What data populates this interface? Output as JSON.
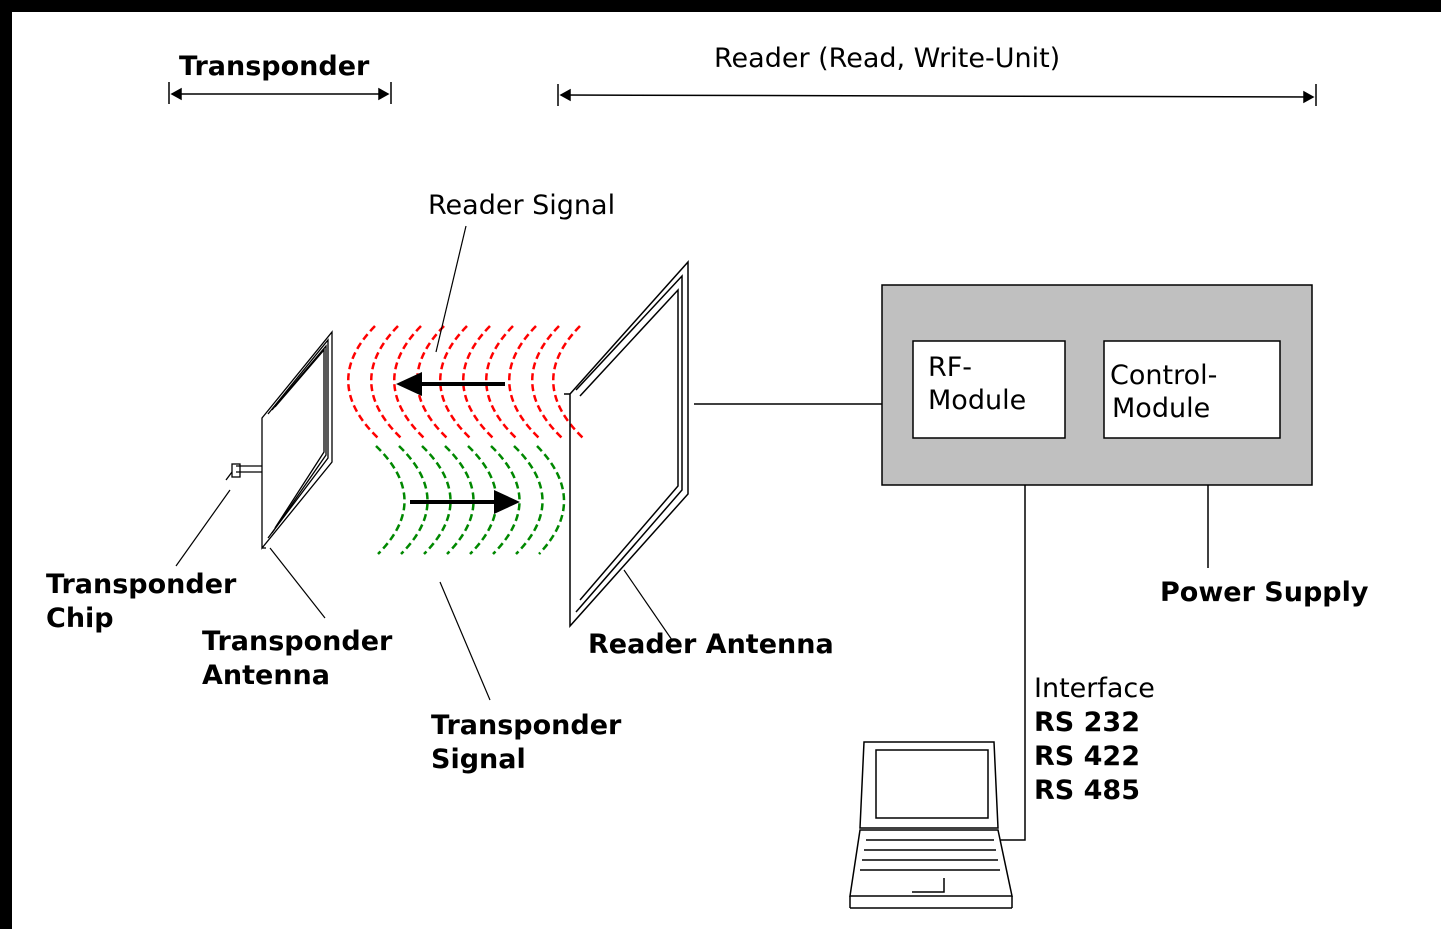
{
  "labels": {
    "transponder": "Transponder",
    "reader": "Reader (Read, Write-Unit)",
    "reader_signal": "Reader Signal",
    "transponder_chip_1": "Transponder",
    "transponder_chip_2": "Chip",
    "transponder_antenna_1": "Transponder",
    "transponder_antenna_2": "Antenna",
    "transponder_signal_1": "Transponder",
    "transponder_signal_2": "Signal",
    "reader_antenna": "Reader Antenna",
    "rf_module_1": "RF-",
    "rf_module_2": "Module",
    "control_module_1": "Control-",
    "control_module_2": "Module",
    "power_supply": "Power Supply",
    "interface": "Interface",
    "rs232": "RS 232",
    "rs422": "RS 422",
    "rs485": "RS 485"
  },
  "colors": {
    "reader_signal": "#ff0000",
    "transponder_signal": "#008800",
    "module_box": "#c0c0c0",
    "background": "#ffffff",
    "frame": "#000000"
  },
  "icons": [
    "laptop-icon",
    "reader-antenna-icon",
    "transponder-antenna-icon",
    "transponder-chip-icon"
  ]
}
